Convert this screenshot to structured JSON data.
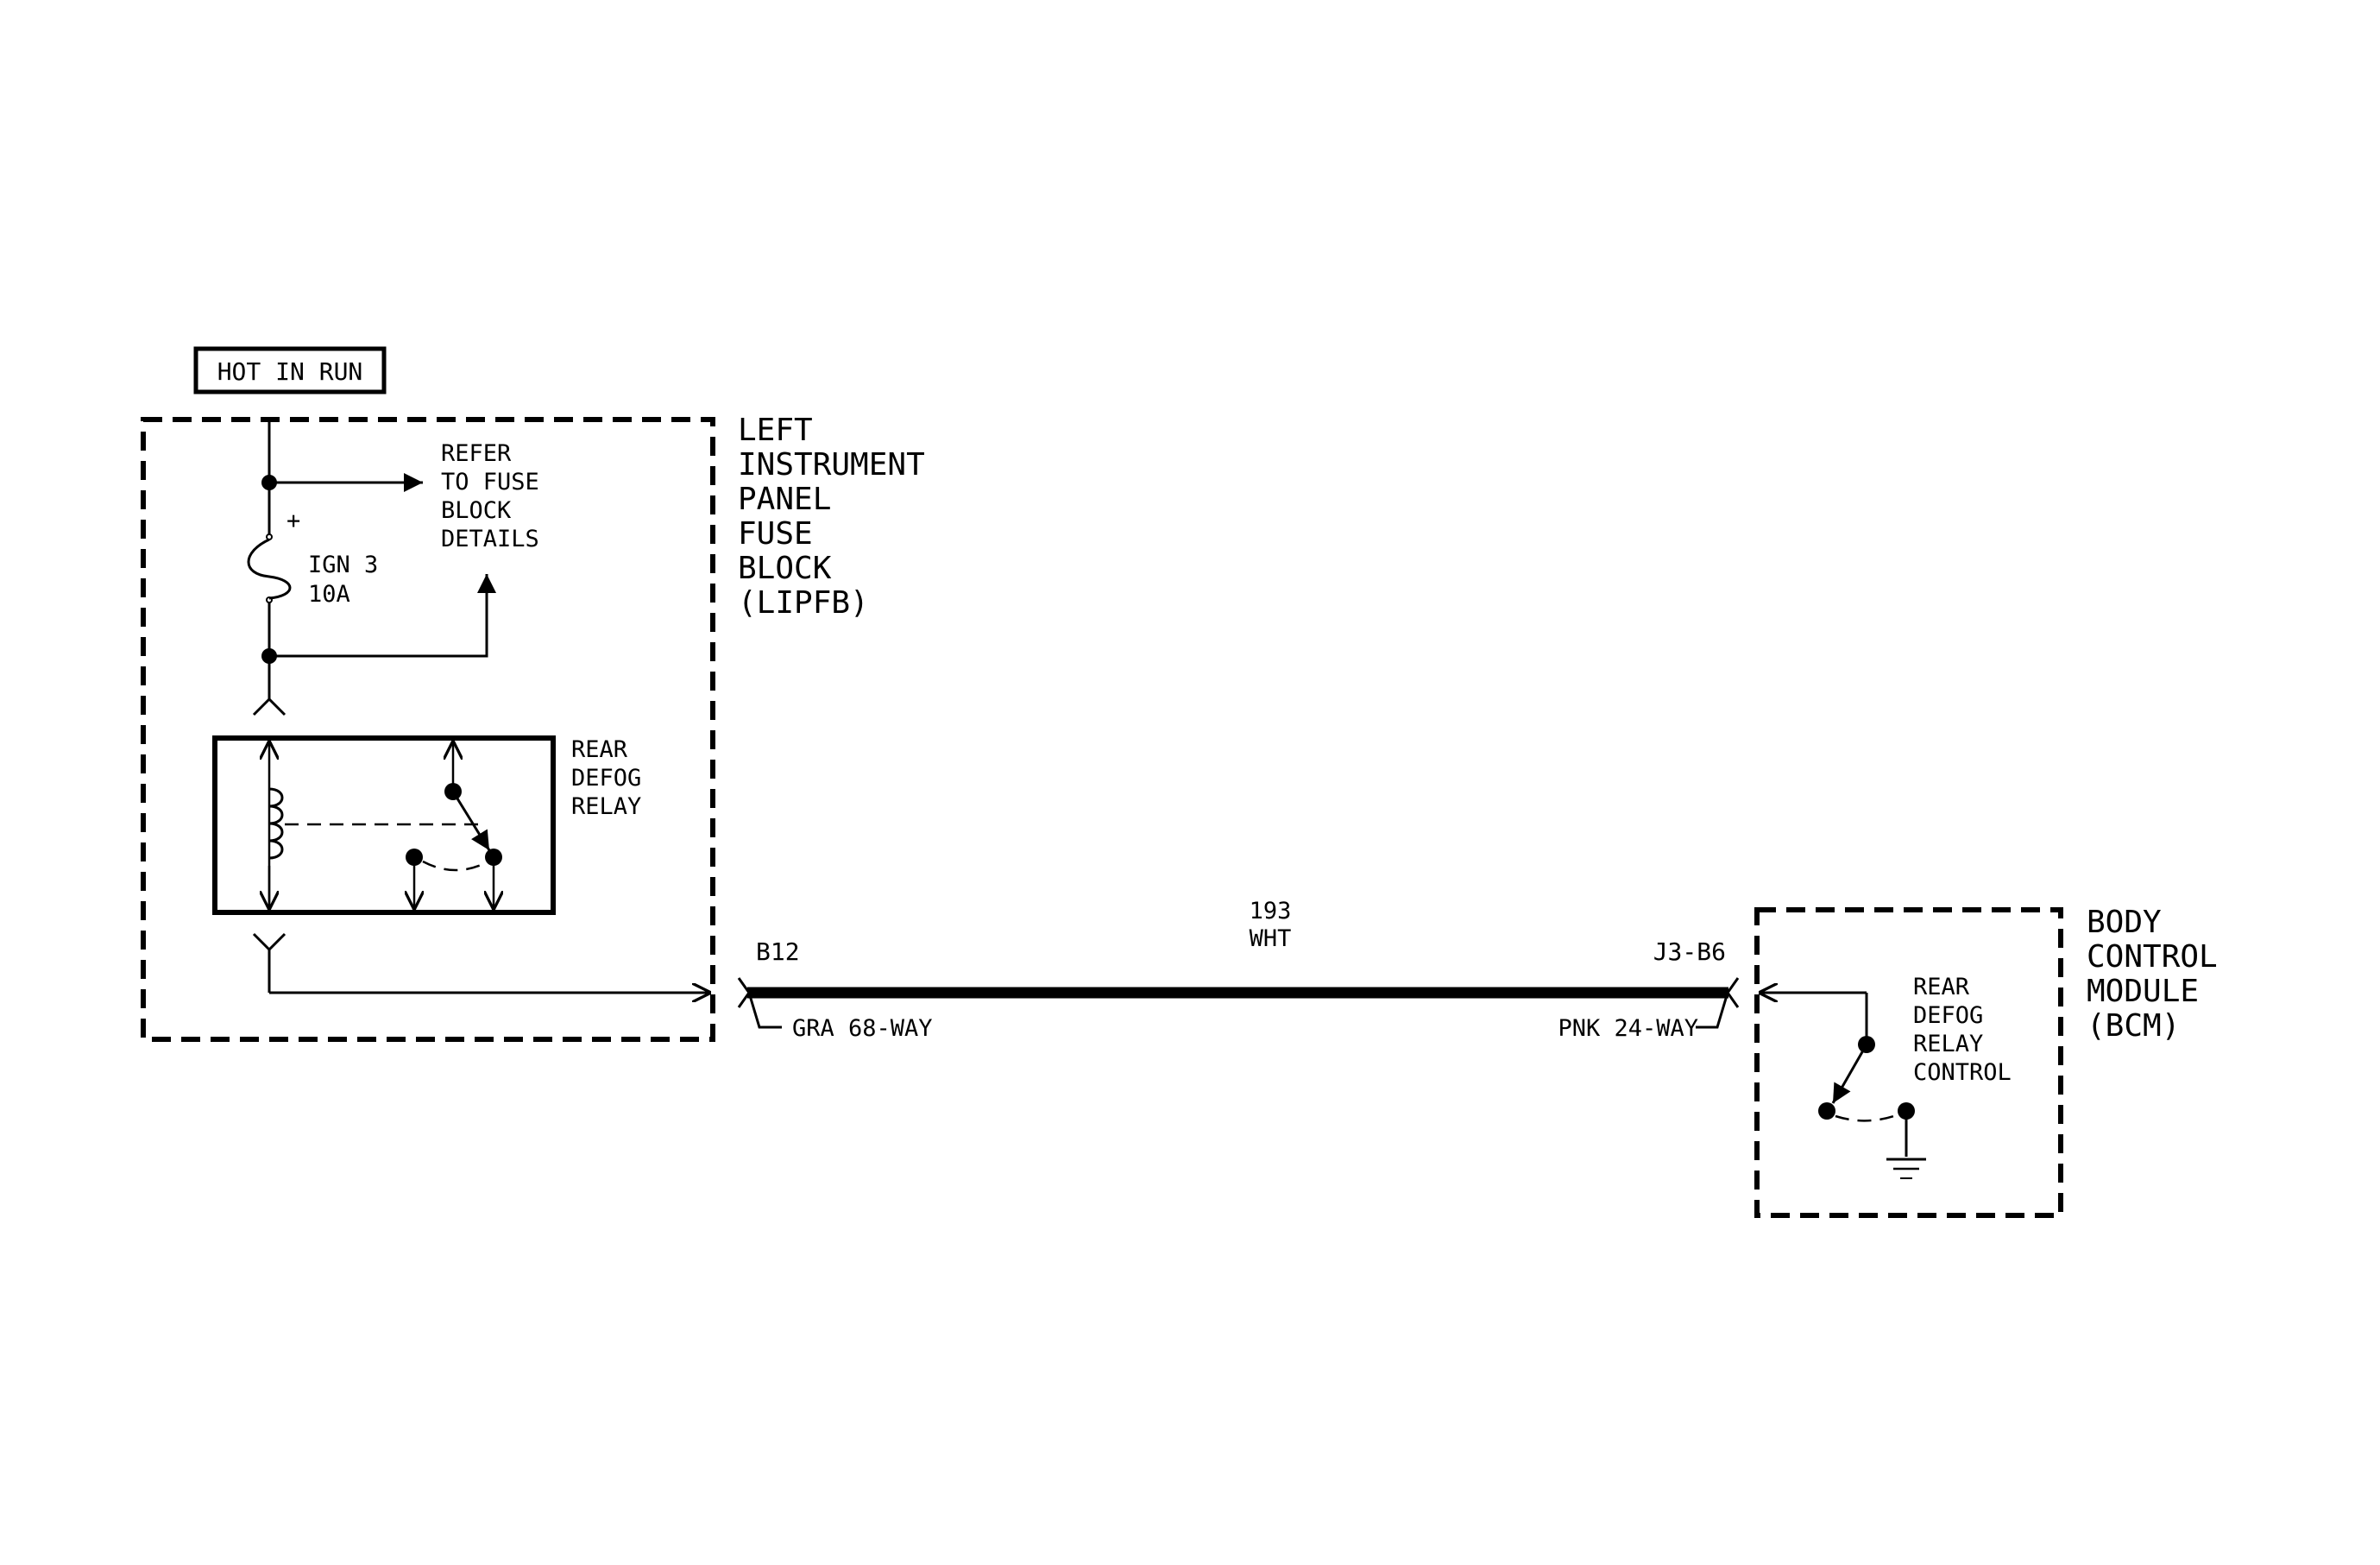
{
  "power": {
    "hot_in_run": "HOT IN RUN"
  },
  "lipfb": {
    "name_lines": [
      "LEFT",
      "INSTRUMENT",
      "PANEL",
      "FUSE",
      "BLOCK",
      "(LIPFB)"
    ],
    "refer_lines": [
      "REFER",
      "TO FUSE",
      "BLOCK",
      "DETAILS"
    ],
    "fuse": {
      "plus": "+",
      "name": "IGN 3",
      "rating": "10A"
    },
    "relay_lines": [
      "REAR",
      "DEFOG",
      "RELAY"
    ]
  },
  "wire": {
    "circuit": "193",
    "color": "WHT",
    "left_pin": "B12",
    "left_connector": "GRA 68-WAY",
    "right_pin": "J3-B6",
    "right_connector": "PNK 24-WAY"
  },
  "bcm": {
    "name_lines": [
      "BODY",
      "CONTROL",
      "MODULE",
      "(BCM)"
    ],
    "control_lines": [
      "REAR",
      "DEFOG",
      "RELAY",
      "CONTROL"
    ]
  }
}
